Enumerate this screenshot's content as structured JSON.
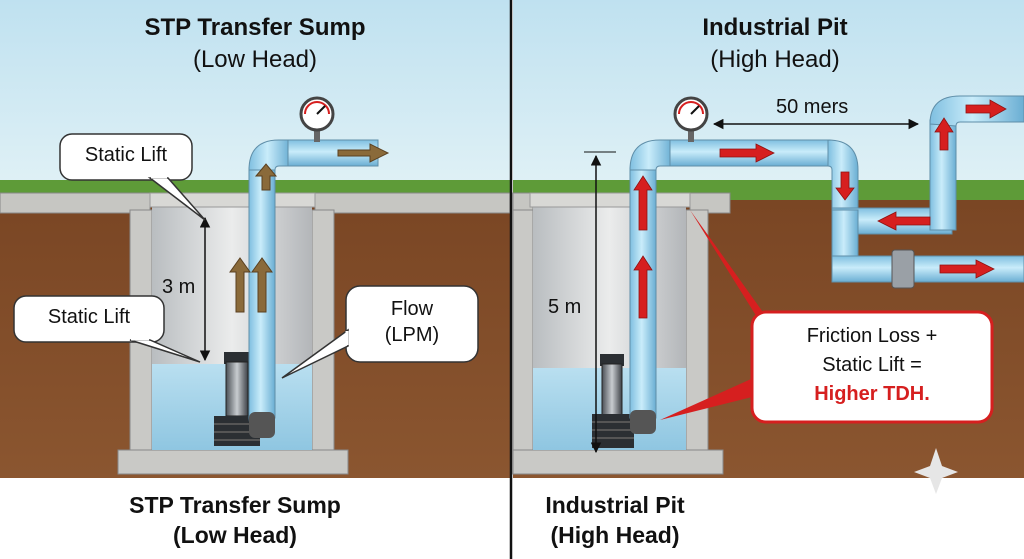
{
  "left_panel": {
    "title": "STP Transfer Sump",
    "subtitle": "(Low Head)",
    "callout_static_lift_top": "Static Lift",
    "callout_static_lift_bottom": "Static Lift",
    "callout_flow_line1": "Flow",
    "callout_flow_line2": "(LPM)",
    "dimension_label": "3 m",
    "bottom_title": "STP Transfer Sump",
    "bottom_subtitle": "(Low Head)"
  },
  "right_panel": {
    "title": "Industrial Pit",
    "subtitle": "(High Head)",
    "distance_label": "50 mers",
    "dimension_label": "5 m",
    "callout_line1": "Friction Loss +",
    "callout_line2": "Static Lift =",
    "callout_highlight": "Higher TDH.",
    "bottom_title": "Industrial Pit",
    "bottom_subtitle": "(High Head)"
  },
  "colors": {
    "sky_top": "#bfe1f0",
    "sky_bottom": "#d9eff5",
    "soil": "#7a4a28",
    "grass": "#5b9a35",
    "concrete": "#c9c9c6",
    "water": "#a9d4e8",
    "pipe": "#a7d8ef",
    "accent_red": "#d61f1f",
    "flow_brown": "#8a6a3a"
  }
}
